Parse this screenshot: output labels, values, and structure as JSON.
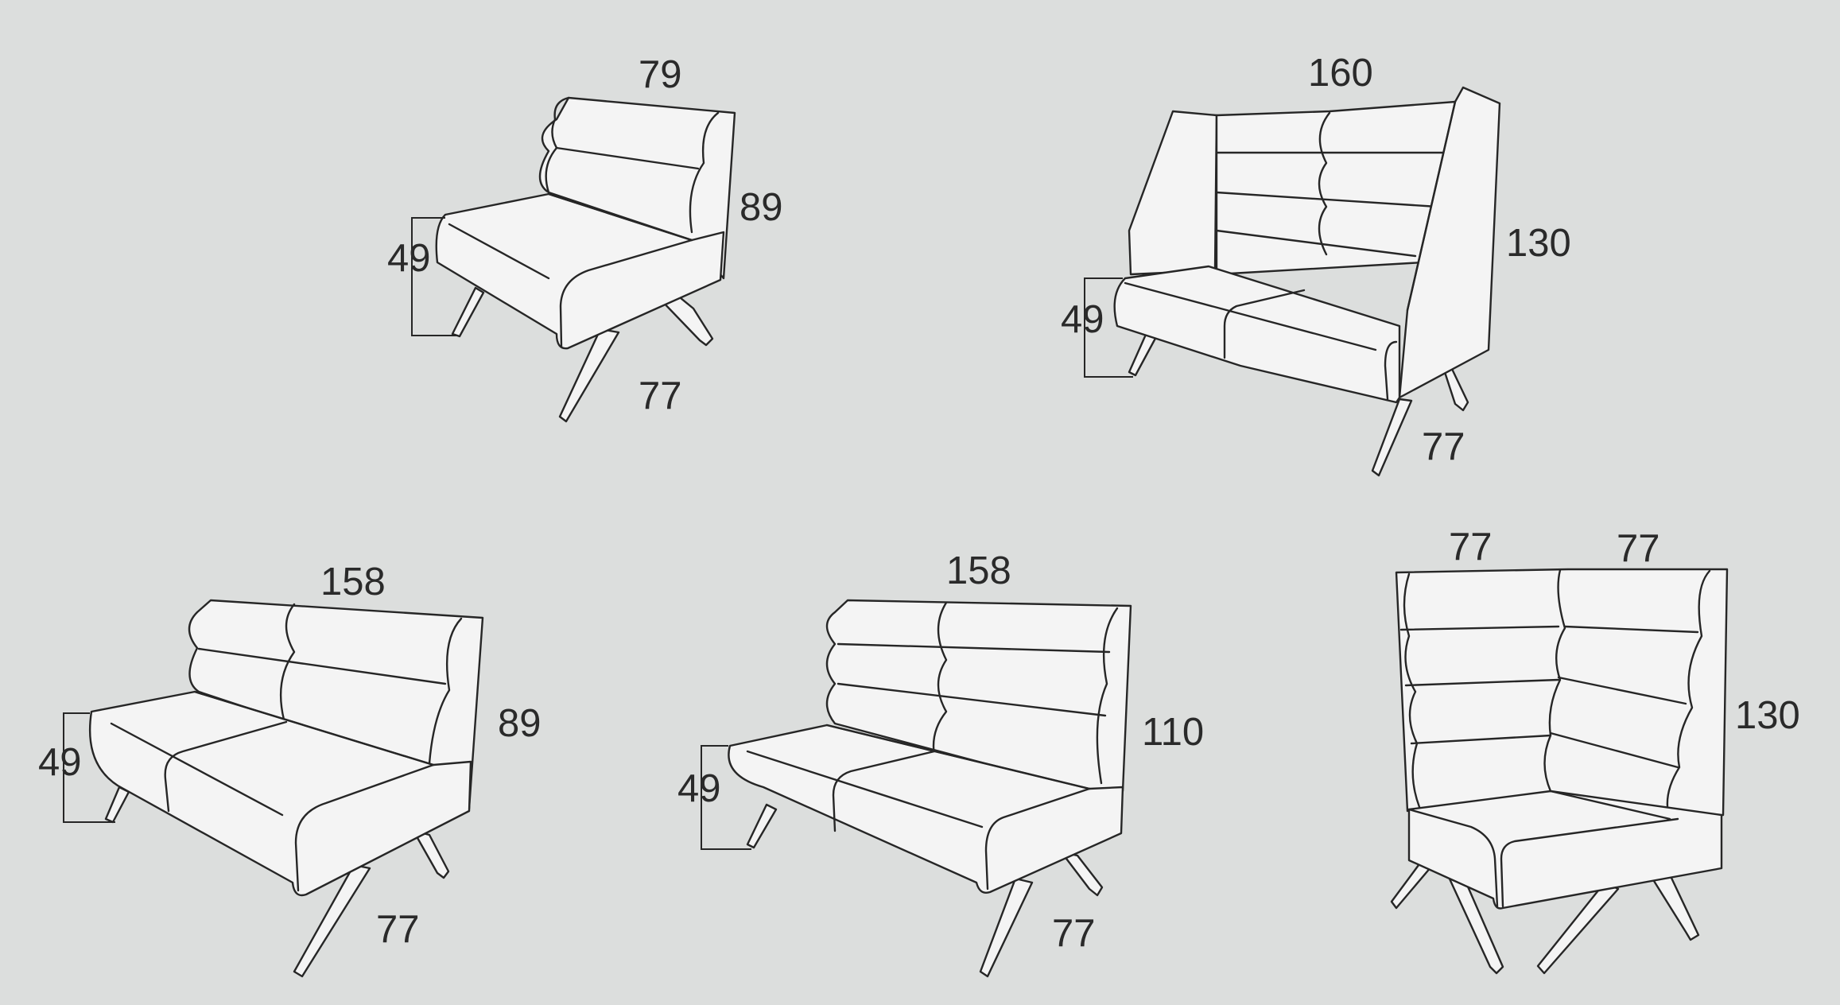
{
  "background_color": "#dcdedd",
  "line_color": "#262626",
  "items": [
    {
      "name": "armchair",
      "width": "79",
      "height": "89",
      "seat_height": "49",
      "depth": "77"
    },
    {
      "name": "high-back-sofa",
      "width": "160",
      "height": "130",
      "seat_height": "49",
      "depth": "77"
    },
    {
      "name": "sofa-low",
      "width": "158",
      "height": "89",
      "seat_height": "49",
      "depth": "77"
    },
    {
      "name": "sofa-mid",
      "width": "158",
      "height": "110",
      "seat_height": "49",
      "depth": "77"
    },
    {
      "name": "corner-high-back",
      "width_left": "77",
      "width_right": "77",
      "height": "130"
    }
  ]
}
